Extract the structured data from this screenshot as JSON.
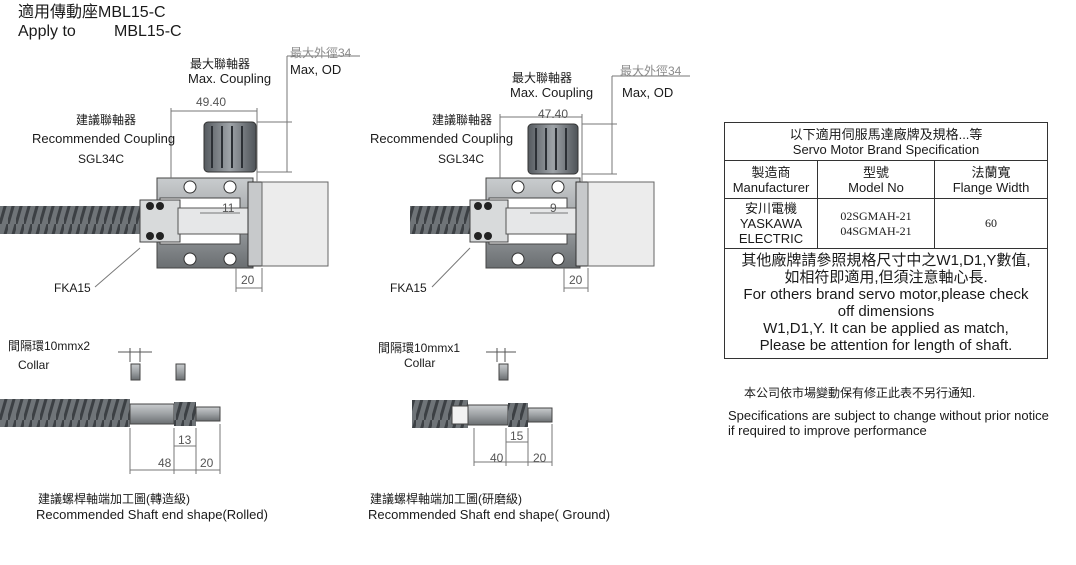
{
  "title": {
    "line1": "適用傳動座MBL15-C",
    "line2_a": "Apply to",
    "line2_b": "MBL15-C"
  },
  "left": {
    "max_coupling_zh": "最大聯軸器",
    "max_coupling_en": "Max. Coupling",
    "max_od_zh": "最大外徑34",
    "max_od_en": "Max, OD",
    "rec_coupling_zh": "建議聯軸器",
    "rec_coupling_en": "Recommended Coupling",
    "model": "SGL34C",
    "dim_width": "49.40",
    "dim_inner": "11",
    "dim_bottom": "20",
    "support": "FKA15",
    "collar_zh": "間隔環10mmx2",
    "collar_en": "Collar",
    "shaft_dims": [
      "13",
      "48",
      "20"
    ],
    "caption_zh": "建議螺桿軸端加工圖(轉造級)",
    "caption_en": "Recommended Shaft end shape(Rolled)"
  },
  "right": {
    "max_coupling_zh": "最大聯軸器",
    "max_coupling_en": "Max. Coupling",
    "max_od_zh": "最大外徑34",
    "max_od_en": "Max, OD",
    "rec_coupling_zh": "建議聯軸器",
    "rec_coupling_en": "Recommended Coupling",
    "model": "SGL34C",
    "dim_width": "47.40",
    "dim_inner": "9",
    "dim_bottom": "20",
    "support": "FKA15",
    "collar_zh": "間隔環10mmx1",
    "collar_en": "Collar",
    "shaft_dims": [
      "15",
      "40",
      "20"
    ],
    "caption_zh": "建議螺桿軸端加工圖(研磨級)",
    "caption_en": "Recommended Shaft end shape( Ground)"
  },
  "spec_table": {
    "title_zh": "以下適用伺服馬達廠牌及規格...等",
    "title_en": "Servo Motor Brand Specification",
    "headers": [
      {
        "zh": "製造商",
        "en": "Manufacturer"
      },
      {
        "zh": "型號",
        "en": "Model No"
      },
      {
        "zh": "法蘭寬",
        "en": "Flange Width"
      }
    ],
    "row": {
      "maker_zh": "安川電機",
      "maker_en1": "YASKAWA",
      "maker_en2": "ELECTRIC",
      "model1": "02SGMAH-21",
      "model2": "04SGMAH-21",
      "flange": "60"
    },
    "note_zh1": "其他廠牌請參照規格尺寸中之W1,D1,Y數值,",
    "note_zh2": "如相符即適用,但須注意軸心長.",
    "note_en1": "For others brand servo motor,please check",
    "note_en2": "off dimensions",
    "note_en3": "W1,D1,Y. It can be applied as match,",
    "note_en4": "Please be attention for length of shaft."
  },
  "notice_zh": "本公司依市場變動保有修正此表不另行通知.",
  "notice_en1": "Specifications are subject to change without prior notice",
  "notice_en2": " if required to improve performance"
}
